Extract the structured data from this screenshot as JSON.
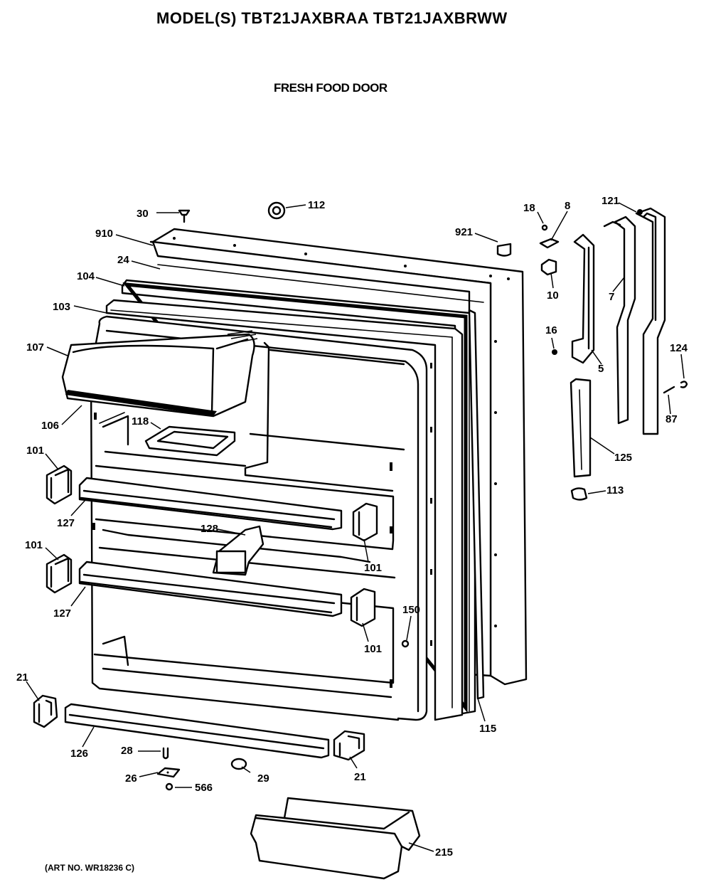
{
  "header": {
    "model": "MODEL(S) TBT21JAXBRAA  TBT21JAXBRWW",
    "section": "FRESH FOOD DOOR"
  },
  "footer": {
    "art_no": "(ART NO. WR18236 C)"
  },
  "callouts": {
    "c30": "30",
    "c112": "112",
    "c910": "910",
    "c24": "24",
    "c104": "104",
    "c103": "103",
    "c107": "107",
    "c106": "106",
    "c118": "118",
    "c101a": "101",
    "c127a": "127",
    "c128": "128",
    "c101b": "101",
    "c101c": "101",
    "c127b": "127",
    "c101d": "101",
    "c150": "150",
    "c21a": "21",
    "c126": "126",
    "c28": "28",
    "c26": "26",
    "c566": "566",
    "c29": "29",
    "c21b": "21",
    "c115": "115",
    "c215": "215",
    "c921": "921",
    "c18": "18",
    "c8": "8",
    "c10": "10",
    "c16": "16",
    "c5": "5",
    "c121": "121",
    "c7": "7",
    "c124": "124",
    "c87": "87",
    "c125": "125",
    "c113": "113"
  }
}
